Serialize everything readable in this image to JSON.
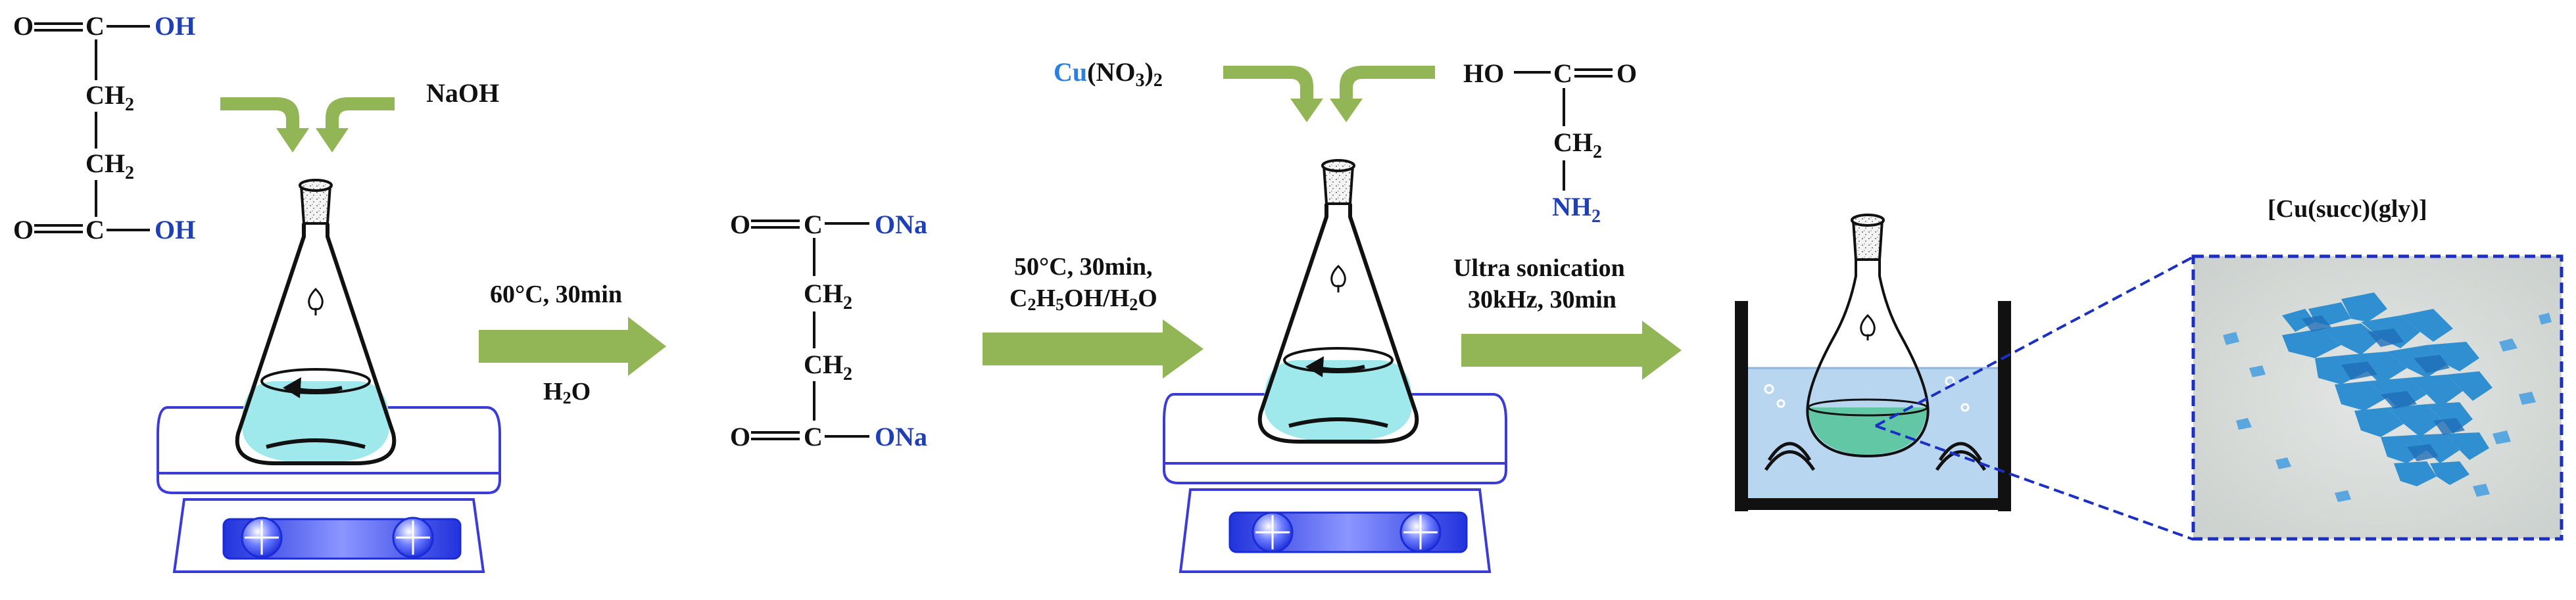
{
  "colors": {
    "arrow": "#92b555",
    "solution": "#9fe8ec",
    "bath_water": "#b9d6f0",
    "flask_liquid": "#62c7a4",
    "hotplate": "#3b3bd8",
    "knob": "#2d3fe0",
    "oh_text": "#1f3fb5",
    "cu_text": "#2b7fe0",
    "dash": "#1b2fc2"
  },
  "succinic_acid": {
    "o_top": "O",
    "c_top": "C",
    "oh_top": "OH",
    "ch2_a": "CH",
    "ch2_b": "CH",
    "sub2": "2",
    "o_bot": "O",
    "c_bot": "C",
    "oh_bot": "OH"
  },
  "step1": {
    "reagent": "NaOH"
  },
  "step2": {
    "condition": "60°C, 30min",
    "solvent": "H",
    "solvent_sub": "2",
    "solvent_end": "O"
  },
  "disodium_succinate": {
    "o_top": "O",
    "c_top": "C",
    "ona_top": "ONa",
    "ch2_a": "CH",
    "ch2_b": "CH",
    "sub2": "2",
    "o_bot": "O",
    "c_bot": "C",
    "ona_bot": "ONa"
  },
  "step3": {
    "reagent_cu": "Cu",
    "reagent_rest": "(NO",
    "reagent_sub3": "3",
    "reagent_close": ")",
    "reagent_sub2": "2",
    "condition1": "50°C, 30min,",
    "condition2_a": "C",
    "condition2_s1": "2",
    "condition2_b": "H",
    "condition2_s2": "5",
    "condition2_c": "OH/H",
    "condition2_s3": "2",
    "condition2_d": "O"
  },
  "glycine": {
    "ho": "HO",
    "c": "C",
    "o": "O",
    "ch2": "CH",
    "sub2": "2",
    "nh2": "NH"
  },
  "step4": {
    "line1": "Ultra sonication",
    "line2": "30kHz, 30min"
  },
  "product": {
    "label": "[Cu(succ)(gly)]"
  }
}
